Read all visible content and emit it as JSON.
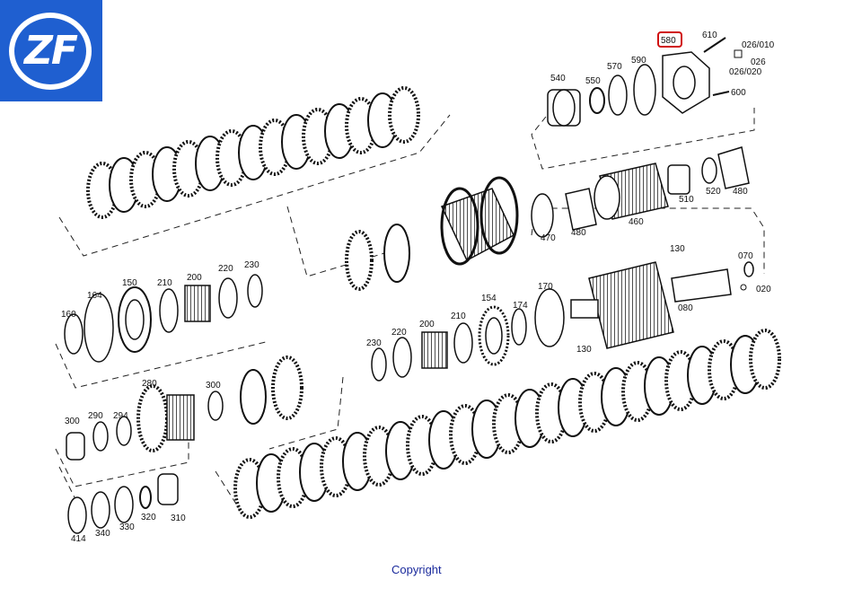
{
  "logo": {
    "text": "ZF",
    "color": "#1f5fd0"
  },
  "highlight": {
    "part": "580",
    "color": "#d01010"
  },
  "footer": {
    "copyright": "Copyright"
  },
  "parts": {
    "p610": "610",
    "p026_010": "026/010",
    "p026": "026",
    "p026_020": "026/020",
    "p580": "580",
    "p590": "590",
    "p570": "570",
    "p550": "550",
    "p540": "540",
    "p600": "600",
    "p480a": "480",
    "p520": "520",
    "p510": "510",
    "p460": "460",
    "p480b": "480",
    "p470": "470",
    "p130a": "130",
    "p070": "070",
    "p020": "020",
    "p080": "080",
    "p130b": "130",
    "p170": "170",
    "p174": "174",
    "p154": "154",
    "p210b": "210",
    "p200b": "200",
    "p220b": "220",
    "p230b": "230",
    "p164": "164",
    "p150": "150",
    "p210a": "210",
    "p200a": "200",
    "p220a": "220",
    "p230a": "230",
    "p160": "160",
    "p280": "280",
    "p300a": "300",
    "p300b": "300",
    "p290": "290",
    "p294": "294",
    "p414": "414",
    "p340": "340",
    "p330": "330",
    "p320": "320",
    "p310": "310"
  }
}
